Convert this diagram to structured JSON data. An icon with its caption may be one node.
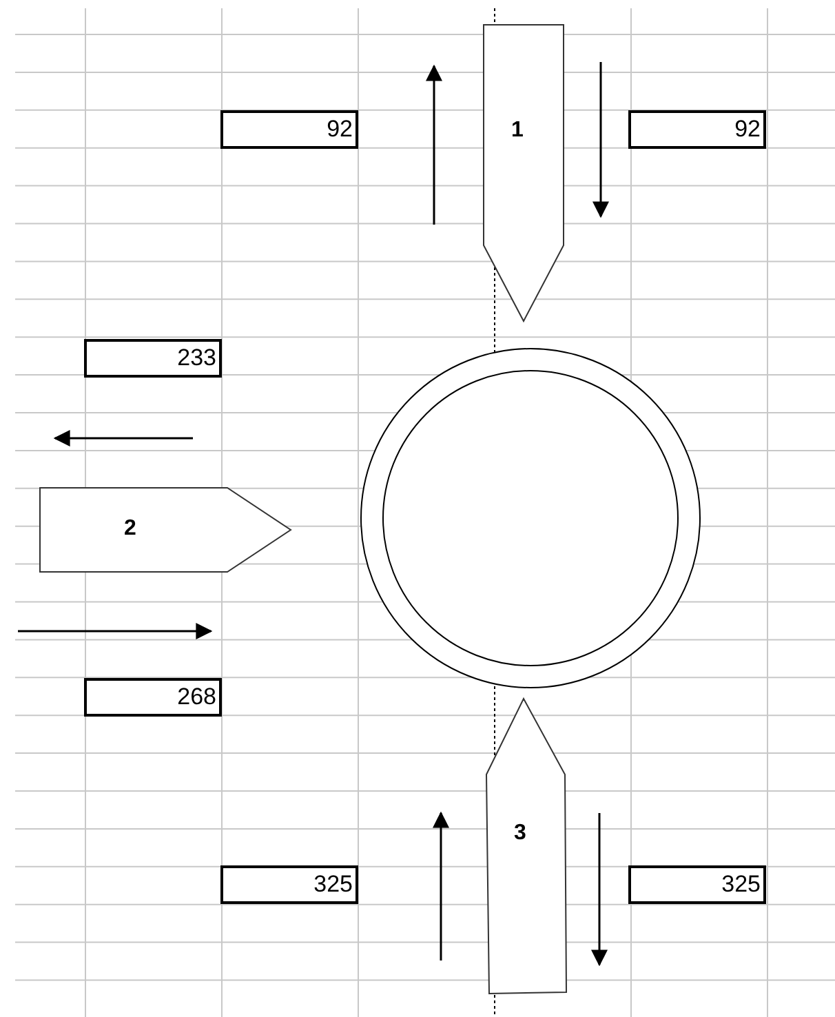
{
  "diagram": {
    "nodes": [
      {
        "text": [
          "92"
        ]
      },
      {
        "text": [
          "1"
        ]
      },
      {
        "text": [
          "92"
        ]
      },
      {
        "text": [
          "233"
        ]
      },
      {
        "text": [
          "2"
        ]
      },
      {
        "text": [],
        "shape": "circle"
      },
      {
        "text": [
          "268"
        ]
      },
      {
        "text": [
          "325"
        ]
      },
      {
        "text": [
          "3"
        ]
      },
      {
        "text": [
          "325"
        ]
      }
    ]
  }
}
